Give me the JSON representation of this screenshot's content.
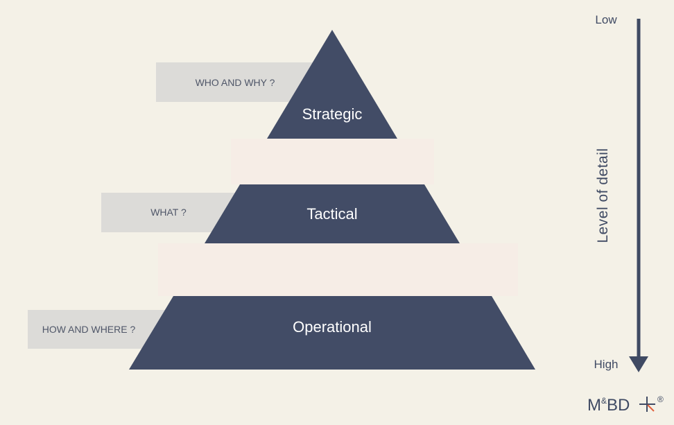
{
  "colors": {
    "background": "#f4f1e7",
    "tier_fill": "#424c66",
    "band_fill": "#f6ede6",
    "question_box": "#dcdbd8",
    "arrow": "#3f4a63",
    "logo_accent": "#e0623f"
  },
  "pyramid": {
    "tiers": [
      {
        "label": "Strategic",
        "question": "WHO AND WHY ?"
      },
      {
        "label": "Tactical",
        "question": "WHAT ?"
      },
      {
        "label": "Operational",
        "question": "HOW AND WHERE ?"
      }
    ]
  },
  "scale": {
    "top_label": "Low",
    "bottom_label": "High",
    "axis_label": "Level of detail",
    "direction": "down"
  },
  "logo": {
    "text_main_1": "M",
    "text_super": "&",
    "text_main_2": "BD",
    "text_registered": "®",
    "icon": "plus-arrow-icon"
  }
}
